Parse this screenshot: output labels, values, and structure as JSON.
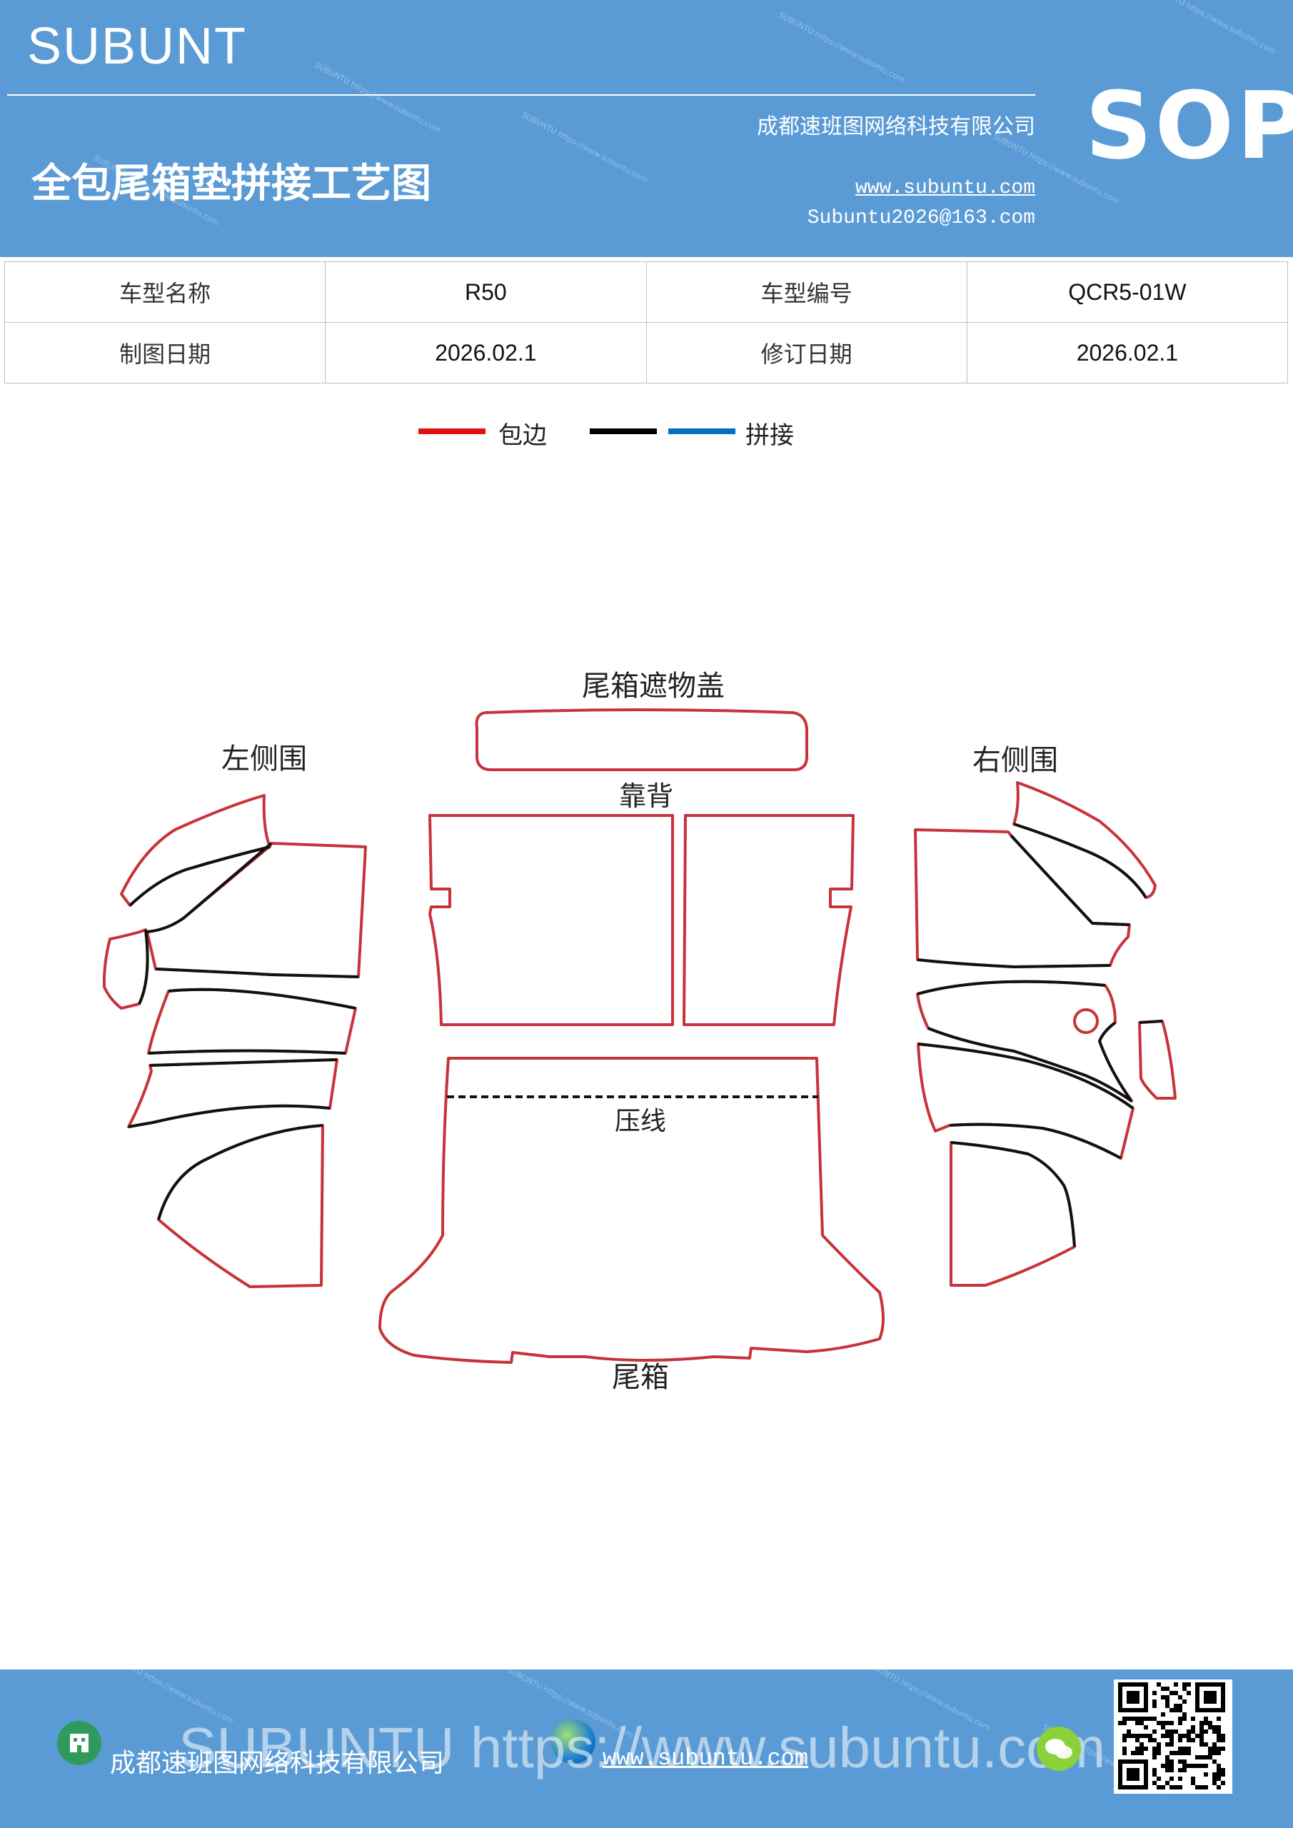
{
  "header": {
    "brand": "SUBUNT",
    "title": "全包尾箱垫拼接工艺图",
    "company": "成都速班图网络科技有限公司",
    "website": "www.subuntu.com",
    "email": "Subuntu2026@163.com",
    "badge": "SOP"
  },
  "info_table": {
    "rows": [
      [
        {
          "text": "车型名称",
          "kind": "label"
        },
        {
          "text": "R50",
          "kind": "value"
        },
        {
          "text": "车型编号",
          "kind": "label"
        },
        {
          "text": "QCR5-01W",
          "kind": "value"
        }
      ],
      [
        {
          "text": "制图日期",
          "kind": "label"
        },
        {
          "text": "2026.02.1",
          "kind": "value"
        },
        {
          "text": "修订日期",
          "kind": "label"
        },
        {
          "text": "2026.02.1",
          "kind": "value"
        }
      ]
    ]
  },
  "legend": {
    "binding_label": "包边",
    "seam_label": "拼接",
    "colors": {
      "binding": "#e01010",
      "black_seam": "#000000",
      "blue_seam": "#0070c0"
    }
  },
  "diagram": {
    "labels": {
      "cover": "尾箱遮物盖",
      "backrest": "靠背",
      "left_side": "左侧围",
      "right_side": "右侧围",
      "crease": "压线",
      "trunk": "尾箱"
    },
    "colors": {
      "edge": "#c8323a",
      "seam": "#111111"
    }
  },
  "footer": {
    "company": "成都速班图网络科技有限公司",
    "website": "www.subuntu.com",
    "watermark": "SUBUNTU https://www.subuntu.com"
  }
}
